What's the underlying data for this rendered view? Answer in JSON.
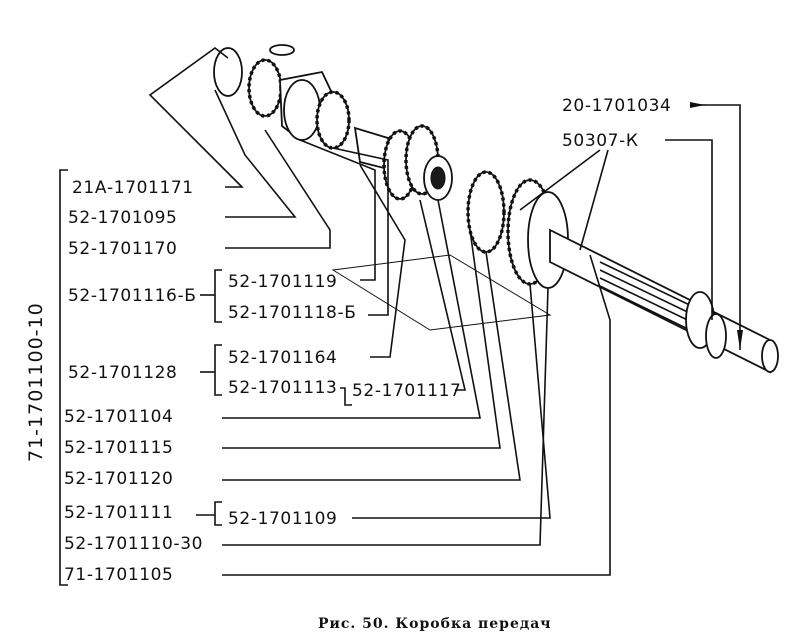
{
  "labels": {
    "p21A_1701171": "21А-1701171",
    "p52_1701095": "52-1701095",
    "p52_1701170": "52-1701170",
    "p52_1701116_B": "52-1701116-Б",
    "p52_1701119": "52-1701119",
    "p52_1701118_B": "52-1701118-Б",
    "p52_1701128": "52-1701128",
    "p52_1701164": "52-1701164",
    "p52_1701113": "52-1701113",
    "p52_1701117": "52-1701117",
    "p52_1701104": "52-1701104",
    "p52_1701115": "52-1701115",
    "p52_1701120": "52-1701120",
    "p52_1701111": "52-1701111",
    "p52_1701109": "52-1701109",
    "p52_1701110_30": "52-1701110-30",
    "p71_1701105": "71-1701105",
    "p20_1701034": "20-1701034",
    "p50307_K": "50307-К",
    "assembly": "71-1701100-10"
  },
  "caption": "Рис. 50. Коробка передач"
}
